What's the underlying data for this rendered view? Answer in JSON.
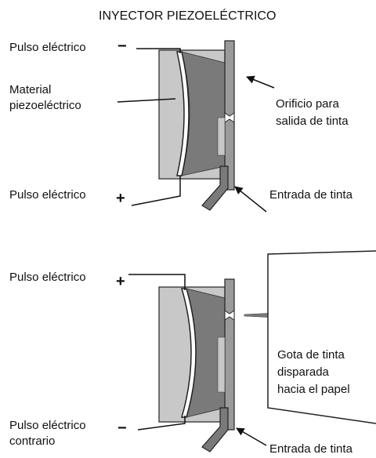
{
  "title": "INYECTOR PIEZOELÉCTRICO",
  "top": {
    "pulse_neg": "Pulso eléctrico",
    "piezo_line1": "Material",
    "piezo_line2": "piezoeléctrico",
    "orifice_line1": "Orificio para",
    "orifice_line2": "salida de tinta",
    "pulse_pos": "Pulso eléctrico",
    "ink_in": "Entrada de tinta"
  },
  "bottom": {
    "pulse_pos": "Pulso eléctrico",
    "drop_line1": "Gota de tinta",
    "drop_line2": "disparada",
    "drop_line3": "hacia el papel",
    "pulse_rev_line1": "Pulso eléctrico",
    "pulse_rev_line2": "contrario",
    "ink_in": "Entrada de tinta"
  },
  "colors": {
    "housing_light": "#c8c8c8",
    "chamber_dark": "#7a7a7a",
    "nozzle_plate": "#9a9a9a",
    "outline": "#222222"
  }
}
